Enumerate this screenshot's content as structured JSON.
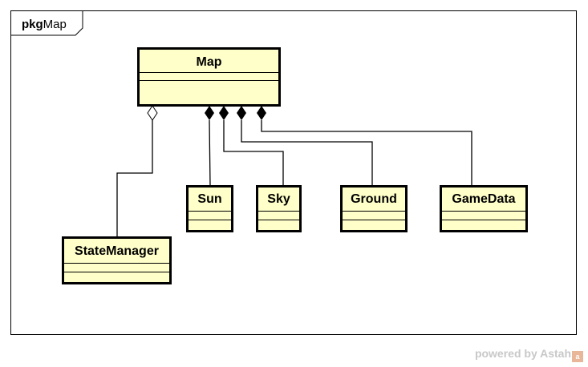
{
  "package": {
    "keyword": "pkg",
    "name": "Map"
  },
  "classes": {
    "map": {
      "name": "Map"
    },
    "sun": {
      "name": "Sun"
    },
    "sky": {
      "name": "Sky"
    },
    "ground": {
      "name": "Ground"
    },
    "gamedata": {
      "name": "GameData"
    },
    "statemanager": {
      "name": "StateManager"
    }
  },
  "relations": [
    {
      "from": "Map",
      "to": "StateManager",
      "type": "aggregation"
    },
    {
      "from": "Map",
      "to": "Sun",
      "type": "composition"
    },
    {
      "from": "Map",
      "to": "Sky",
      "type": "composition"
    },
    {
      "from": "Map",
      "to": "Ground",
      "type": "composition"
    },
    {
      "from": "Map",
      "to": "GameData",
      "type": "composition"
    }
  ],
  "watermark": {
    "text": "powered by Astah"
  },
  "colors": {
    "class_fill": "#ffffc9",
    "line": "#000000",
    "watermark": "#c8c8c8"
  }
}
